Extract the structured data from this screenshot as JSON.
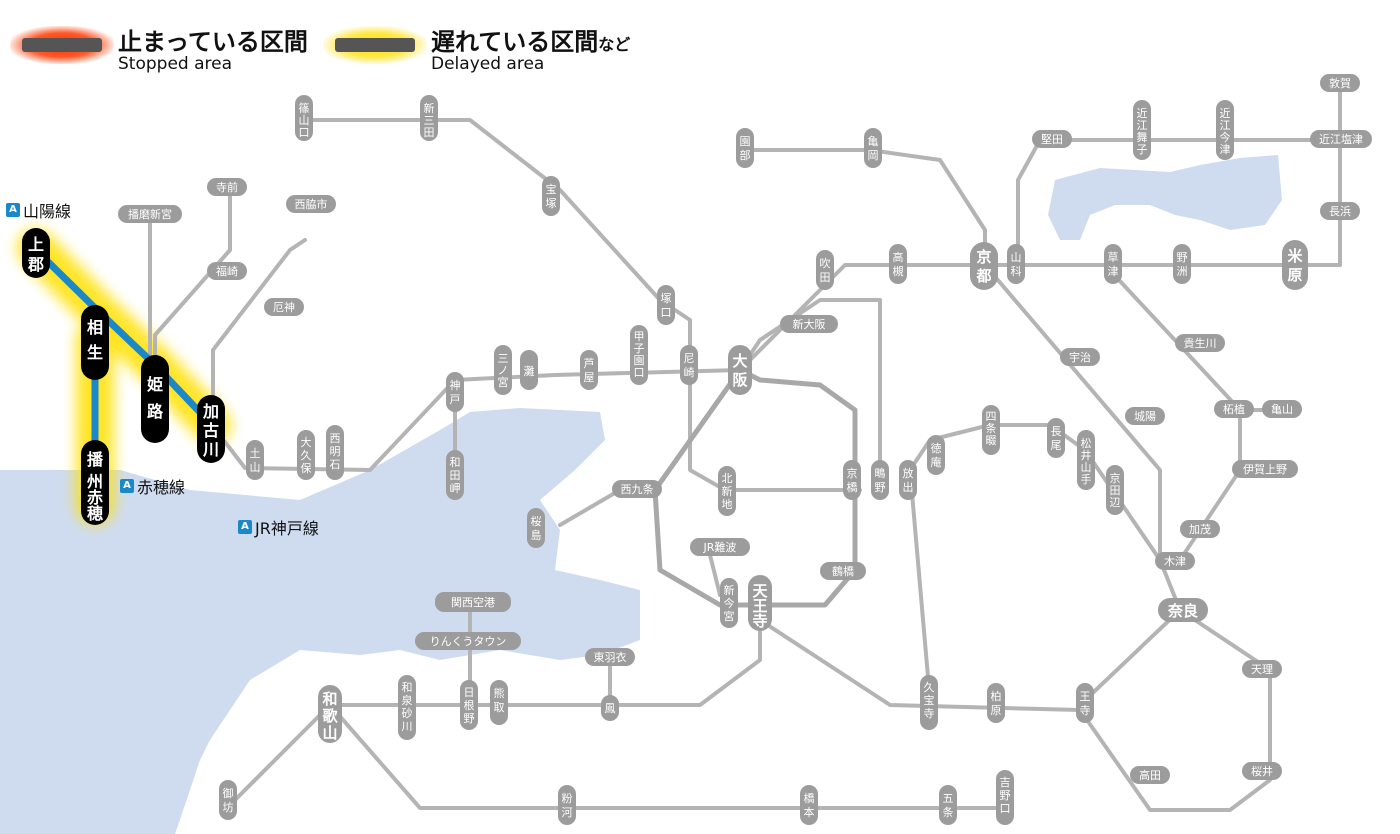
{
  "legend": {
    "stopped_jp": "止まっている区間",
    "stopped_en": "Stopped area",
    "delayed_jp": "遅れている区間",
    "delayed_jp_suffix": "など",
    "delayed_en": "Delayed area"
  },
  "line_labels": {
    "sanyo": "山陽線",
    "ako": "赤穂線",
    "kobe": "JR神戸線",
    "badge": "A"
  },
  "colors": {
    "stopped_glow": "#ff3300",
    "delayed_glow": "#ffe000",
    "affected_line": "#1a88c9",
    "normal_line": "#b4b4b4",
    "water": "#cfdcef",
    "station_fill": "#9c9c9c",
    "major_station_fill": "#000000"
  },
  "major_stations": [
    "上郡",
    "相生",
    "姫路",
    "加古川",
    "播州赤穂"
  ],
  "stations": [
    "篠山口",
    "新三田",
    "宝塚",
    "塚口",
    "甲子園口",
    "芦屋",
    "灘",
    "三ノ宮",
    "神戸",
    "和田岬",
    "西明石",
    "大久保",
    "土山",
    "厄神",
    "西脇市",
    "寺前",
    "福崎",
    "播磨新宮",
    "尼崎",
    "大阪",
    "新大阪",
    "吹田",
    "高槻",
    "京都",
    "山科",
    "亀岡",
    "園部",
    "堅田",
    "近江舞子",
    "近江今津",
    "敦賀",
    "近江塩津",
    "長浜",
    "米原",
    "野洲",
    "草津",
    "宇治",
    "城陽",
    "貴生川",
    "柘植",
    "亀山",
    "伊賀上野",
    "加茂",
    "木津",
    "京田辺",
    "松井山手",
    "長尾",
    "四条畷",
    "徳庵",
    "放出",
    "鴫野",
    "京橋",
    "北新地",
    "西九条",
    "桜島",
    "JR難波",
    "新今宮",
    "天王寺",
    "鶴橋",
    "関西空港",
    "りんくうタウン",
    "東羽衣",
    "鳳",
    "熊取",
    "日根野",
    "和泉砂川",
    "和歌山",
    "御坊",
    "粉河",
    "橋本",
    "五条",
    "吉野口",
    "高田",
    "王寺",
    "柏原",
    "久宝寺",
    "奈良",
    "天理",
    "桜井"
  ]
}
